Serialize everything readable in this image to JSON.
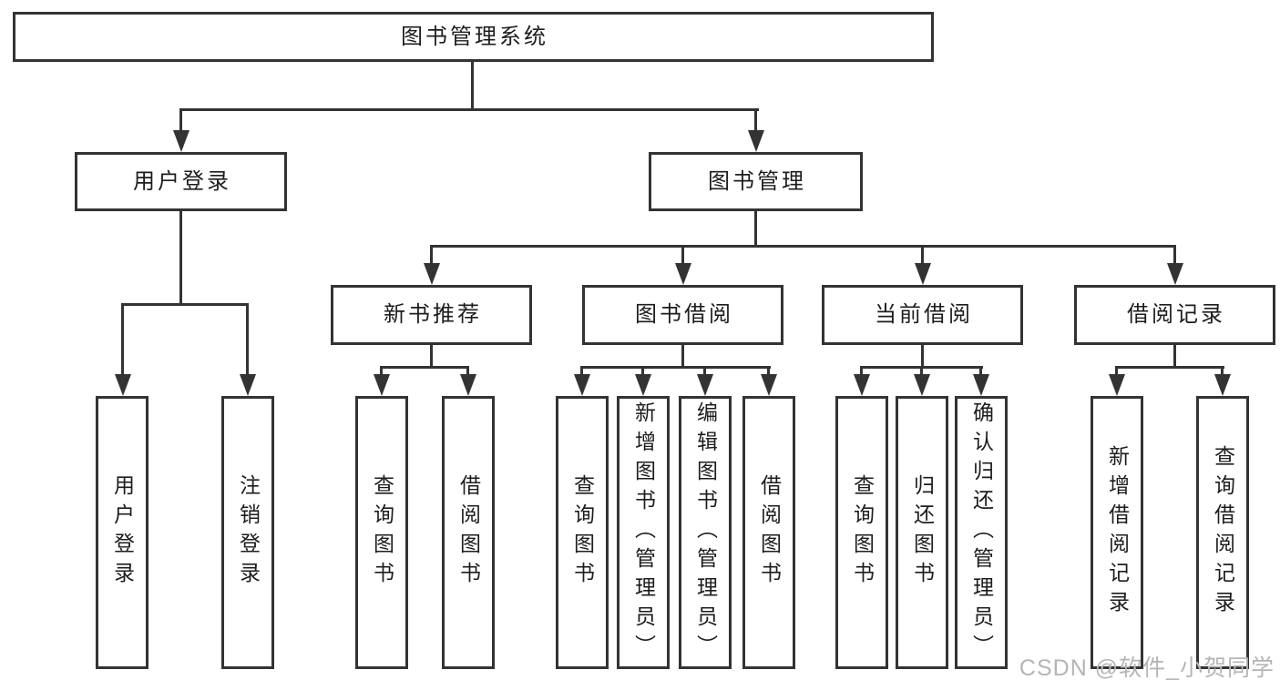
{
  "colors": {
    "line": "#333333",
    "ink": "#1d1d1d",
    "watermark": "#b5b5b5",
    "background": "#ffffff"
  },
  "diagram": {
    "root": {
      "label": "图书管理系统"
    },
    "branches": [
      {
        "label": "用户登录",
        "leaves": [
          "用户登录",
          "注销登录"
        ]
      },
      {
        "label": "图书管理",
        "children": [
          {
            "label": "新书推荐",
            "leaves": [
              "查询图书",
              "借阅图书"
            ]
          },
          {
            "label": "图书借阅",
            "leaves": [
              "查询图书",
              "新增图书（管理员）",
              "编辑图书（管理员）",
              "借阅图书"
            ]
          },
          {
            "label": "当前借阅",
            "leaves": [
              "查询图书",
              "归还图书",
              "确认归还（管理员）"
            ]
          },
          {
            "label": "借阅记录",
            "leaves": [
              "新增借阅记录",
              "查询借阅记录"
            ]
          }
        ]
      }
    ]
  },
  "watermark": {
    "text": "CSDN @软件_小贺同学"
  }
}
